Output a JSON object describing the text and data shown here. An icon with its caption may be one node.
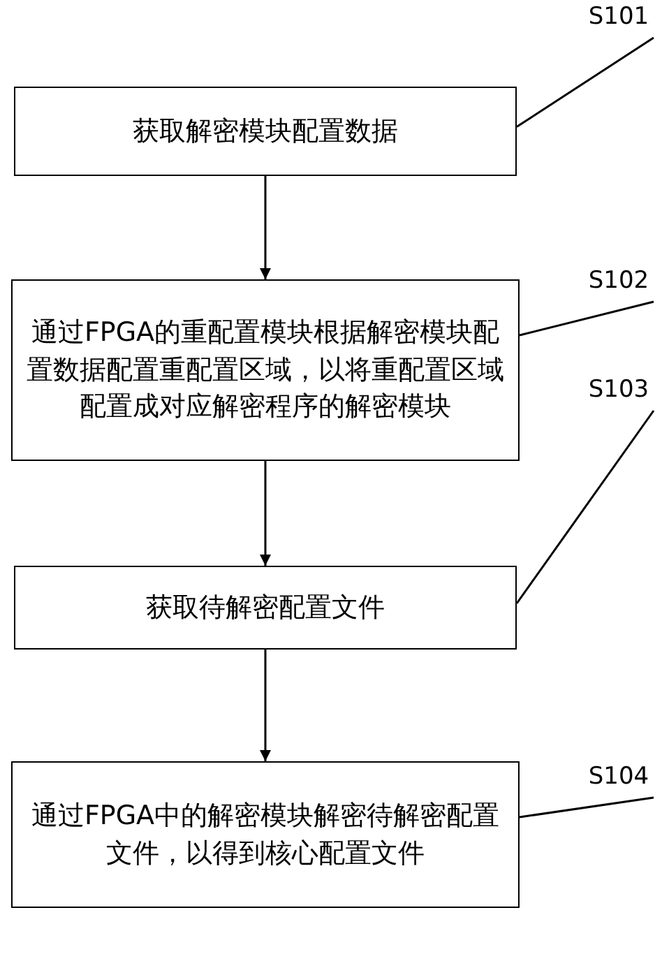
{
  "diagram": {
    "nodes": [
      {
        "text": [
          "S101"
        ]
      },
      {
        "text": [
          "获取解密模块配置数据"
        ]
      },
      {
        "text": [
          "S102"
        ]
      },
      {
        "text": [
          "通过FPGA的重配置模块根据解密模块配置数据配置重配置区域，以将重配置区域配置成对应解密程序的解密模块"
        ]
      },
      {
        "text": [
          "S103"
        ]
      },
      {
        "text": [
          "获取待解密配置文件"
        ]
      },
      {
        "text": [
          "S104"
        ]
      },
      {
        "text": [
          "通过FPGA中的解密模块解密待解密配置文件，以得到核心配置文件"
        ]
      }
    ],
    "edges": [
      {
        "from": 1,
        "to": 3,
        "arrow": "to"
      },
      {
        "from": 3,
        "to": 5,
        "arrow": "to"
      },
      {
        "from": 5,
        "to": 7,
        "arrow": "to"
      },
      {
        "from": 0,
        "to": 1,
        "arrow": "none"
      },
      {
        "from": 2,
        "to": 3,
        "arrow": "none"
      },
      {
        "from": 4,
        "to": 5,
        "arrow": "none"
      },
      {
        "from": 6,
        "to": 7,
        "arrow": "none"
      }
    ]
  }
}
